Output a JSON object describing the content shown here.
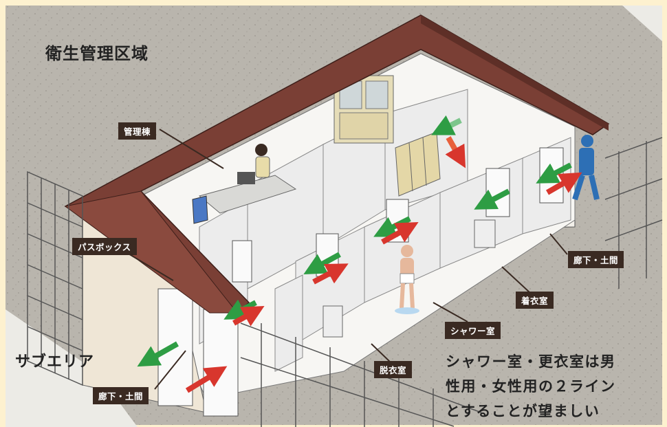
{
  "title": "衛生管理区域",
  "sub_area": "サブエリア",
  "labels": {
    "management": "管理棟",
    "passbox": "パスボックス",
    "corridor_right": "廊下・土間",
    "dressing": "着衣室",
    "shower": "シャワー室",
    "undressing": "脱衣室",
    "corridor_left": "廊下・土間"
  },
  "note_lines": [
    "シャワー室・更衣室は男",
    "性用・女性用の２ライン",
    "とすることが望ましい"
  ],
  "colors": {
    "background": "#fdf1cf",
    "ground": "#b9b5ad",
    "roof": "#7a3f35",
    "label_bg": "#3a2a22",
    "arrow_in": "#d8362d",
    "arrow_out": "#2e9d44",
    "worker_suit": "#2d6fb5"
  }
}
